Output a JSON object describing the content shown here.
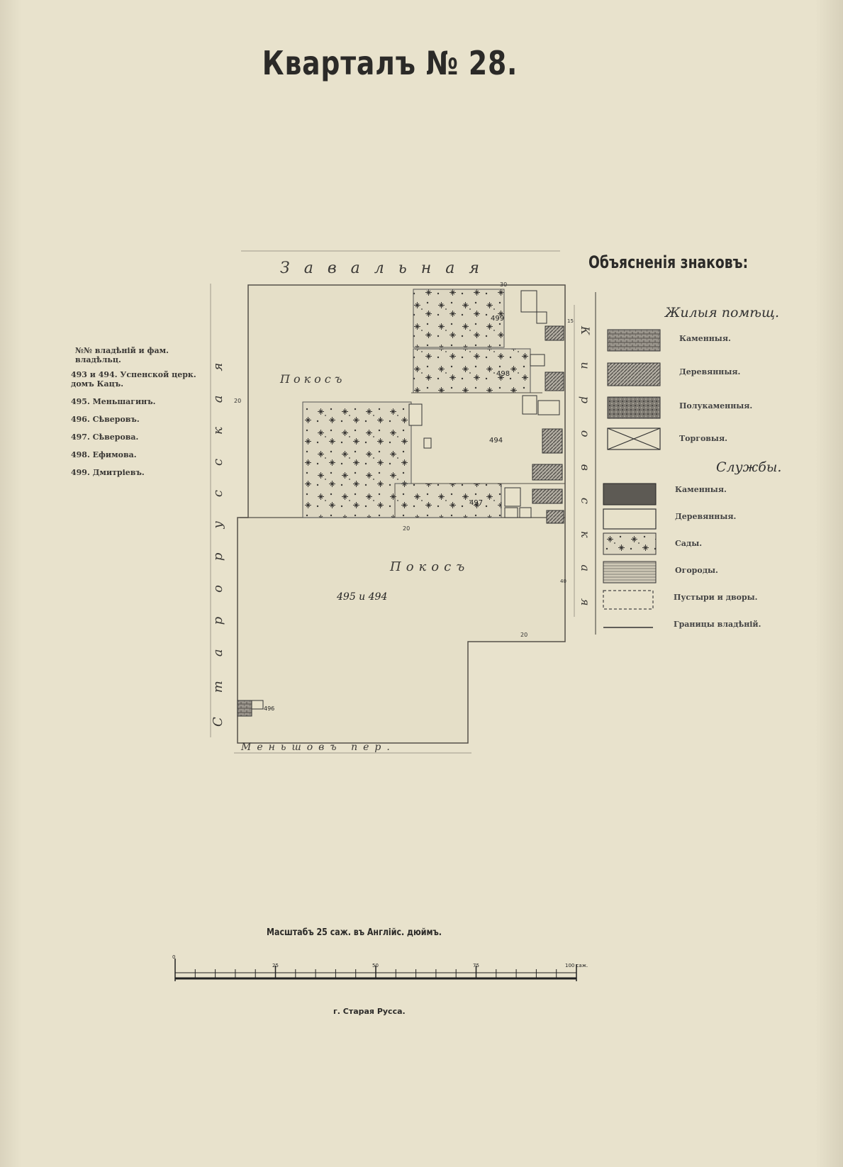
{
  "title": "Кварталъ № 28.",
  "owners_list": {
    "header": "№№ владѣній и фам. владѣльц.",
    "rows": [
      "493 и 494. Успенской церк. домъ Кацъ.",
      "495. Меньшагинъ.",
      "496. Сѣверовъ.",
      "497. Сѣверова.",
      "498. Ефимова.",
      "499. Дмитріевъ."
    ]
  },
  "map": {
    "streets": {
      "north": "Завальная",
      "west": "Старорусская",
      "south": "Меньшовъ пер.",
      "east": "Кировская"
    },
    "parcel_labels": [
      "499",
      "498",
      "494",
      "497",
      "495 и 494",
      "496"
    ],
    "yard_labels": [
      "Покосъ",
      "Покосъ"
    ],
    "edge_numbers": [
      "30",
      "20",
      "20",
      "15",
      "20",
      "40"
    ]
  },
  "legend": {
    "title": "Объясненія знаковъ:",
    "group_residential": "Жилыя помѣщ.",
    "residential_items": [
      "Каменныя.",
      "Деревянныя.",
      "Полукаменныя.",
      "Торговыя."
    ],
    "group_services": "Службы.",
    "service_items": [
      "Каменныя.",
      "Деревянныя.",
      "Сады.",
      "Огороды.",
      "Пустыри и дворы.",
      "Границы владѣній."
    ]
  },
  "scale": {
    "caption": "Масштабъ 25 саж. въ Англійс. дюймъ.",
    "ticks": [
      "0",
      "25",
      "50",
      "75",
      "100 саж."
    ]
  },
  "city": "г. Старая Русса."
}
